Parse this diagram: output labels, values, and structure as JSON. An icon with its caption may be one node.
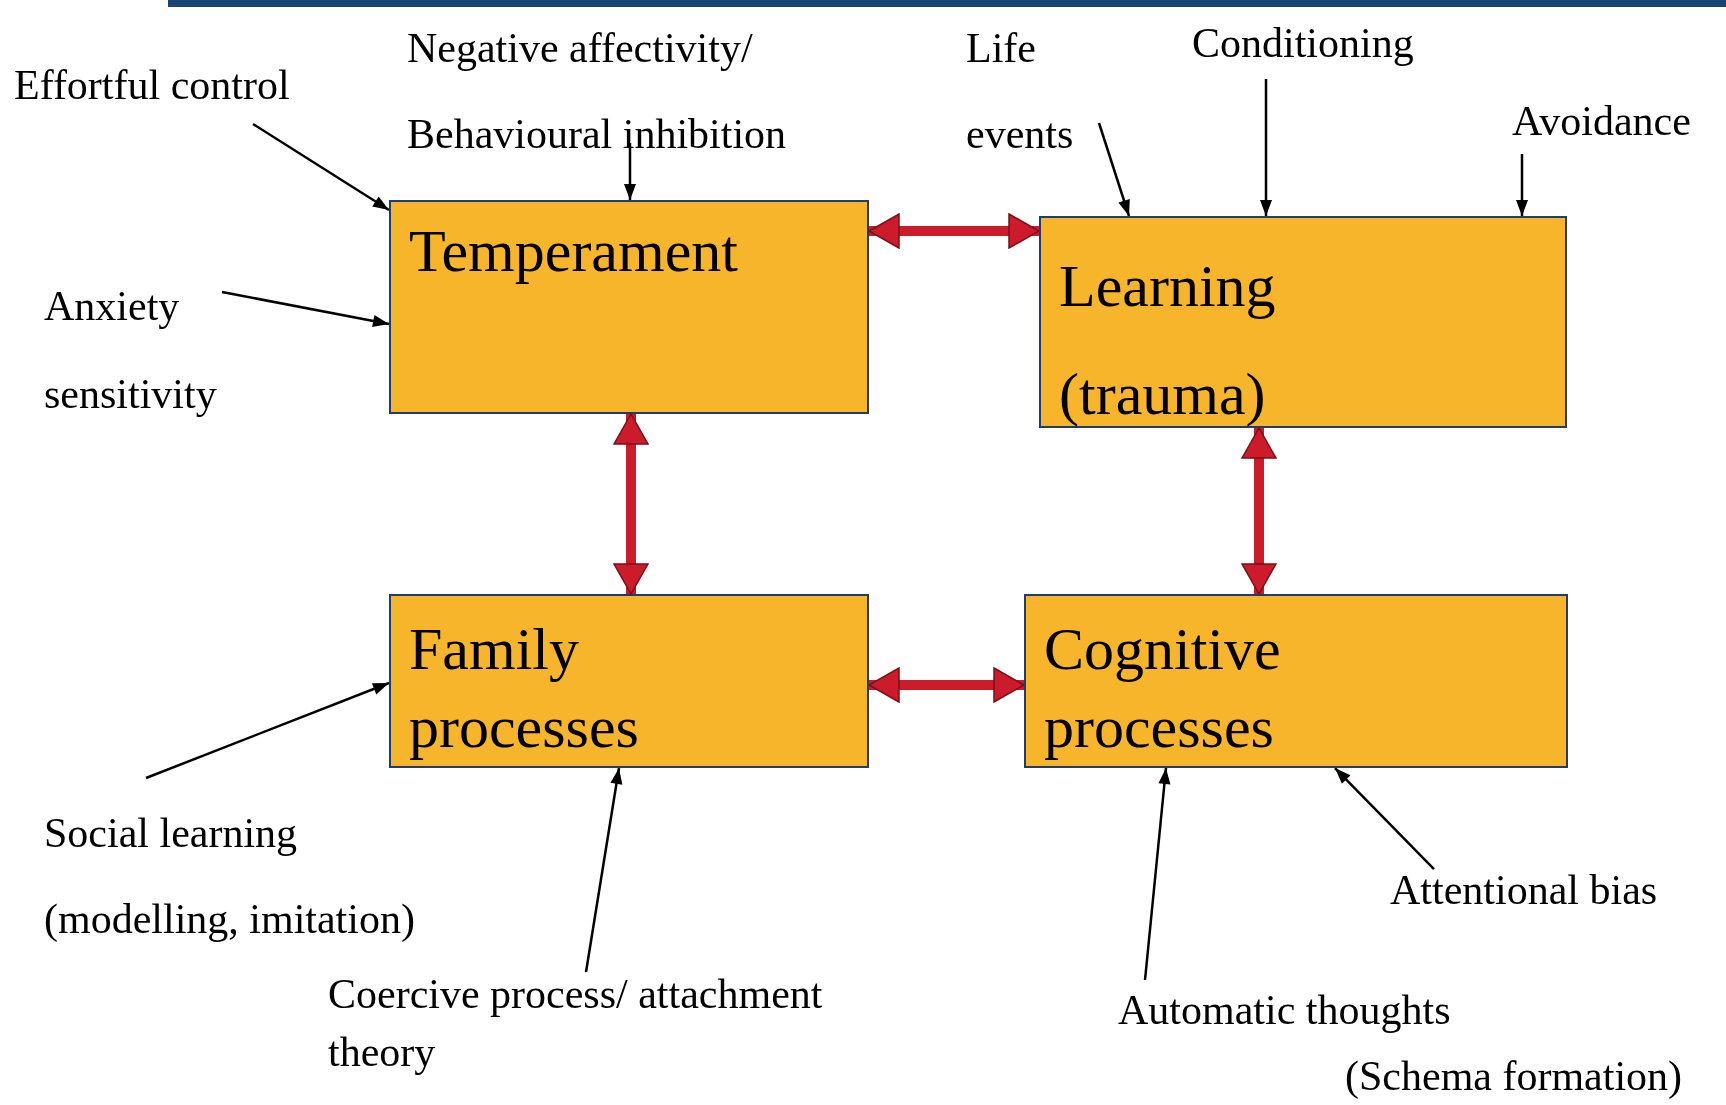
{
  "diagram": {
    "nodes": [
      {
        "text": [
          "Effortful control"
        ]
      },
      {
        "text": [
          "Negative affectivity/ Behavioural inhibition"
        ]
      },
      {
        "text": [
          "Life events"
        ]
      },
      {
        "text": [
          "Conditioning"
        ]
      },
      {
        "text": [
          "Avoidance"
        ]
      },
      {
        "text": [
          "Temperament"
        ]
      },
      {
        "text": [
          "Learning (trauma)"
        ]
      },
      {
        "text": [
          "Anxiety sensitivity"
        ]
      },
      {
        "text": [
          "Family processes"
        ]
      },
      {
        "text": [
          "Cognitive processes"
        ]
      },
      {
        "text": [
          "Social learning (modelling, imitation)"
        ]
      },
      {
        "text": [
          "Attentional bias"
        ]
      },
      {
        "text": [
          "Coercive process/ attachment theory"
        ]
      },
      {
        "text": [
          "Automatic thoughts"
        ]
      }
    ],
    "edges": [
      {
        "from": 0,
        "to": 5,
        "arrow": "to"
      },
      {
        "from": 1,
        "to": 5,
        "arrow": "to"
      },
      {
        "from": 7,
        "to": 5,
        "arrow": "to"
      },
      {
        "from": 2,
        "to": 6,
        "arrow": "to"
      },
      {
        "from": 3,
        "to": 6,
        "arrow": "to"
      },
      {
        "from": 4,
        "to": 6,
        "arrow": "to"
      },
      {
        "from": 10,
        "to": 8,
        "arrow": "to"
      },
      {
        "from": 12,
        "to": 8,
        "arrow": "to"
      },
      {
        "from": 13,
        "to": 9,
        "arrow": "to"
      },
      {
        "from": 11,
        "to": 9,
        "arrow": "to"
      },
      {
        "from": 5,
        "to": 6,
        "arrow": "both",
        "style": "thick",
        "color": "#cc1b2b"
      },
      {
        "from": 5,
        "to": 8,
        "arrow": "both",
        "style": "thick",
        "color": "#cc1b2b"
      },
      {
        "from": 6,
        "to": 9,
        "arrow": "both",
        "style": "thick",
        "color": "#cc1b2b"
      },
      {
        "from": 8,
        "to": 9,
        "arrow": "both",
        "style": "thick",
        "color": "#cc1b2b"
      }
    ],
    "labels": [
      "(Schema formation)"
    ]
  }
}
